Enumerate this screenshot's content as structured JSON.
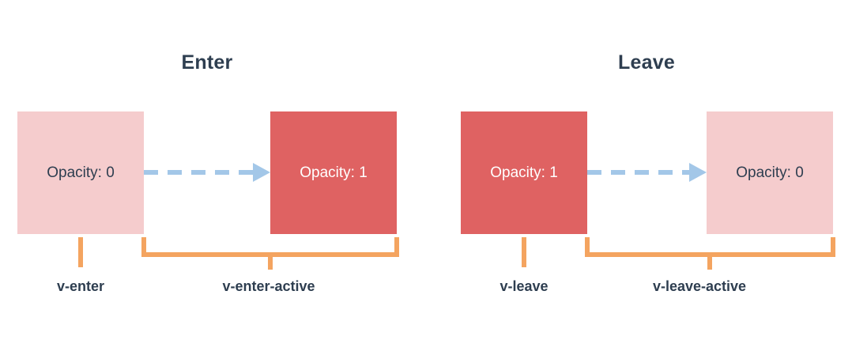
{
  "diagram": {
    "title_enter": "Enter",
    "title_leave": "Leave",
    "colors": {
      "faded_box": "#f5cccd",
      "solid_box": "#df6262",
      "arrow": "#a3c7e8",
      "bracket": "#f4a460",
      "text_dark": "#2e3e50",
      "text_light": "#ffffff",
      "background": "#ffffff"
    },
    "panels": [
      {
        "name": "enter",
        "title": "Enter",
        "from_box": {
          "label": "Opacity: 0",
          "style": "faded"
        },
        "to_box": {
          "label": "Opacity: 1",
          "style": "solid"
        },
        "arrow": {
          "icon": "dashed-arrow-right-icon",
          "direction": "right"
        },
        "brackets": [
          {
            "label": "v-enter",
            "kind": "tick"
          },
          {
            "label": "v-enter-active",
            "kind": "span"
          }
        ]
      },
      {
        "name": "leave",
        "title": "Leave",
        "from_box": {
          "label": "Opacity: 1",
          "style": "solid"
        },
        "to_box": {
          "label": "Opacity: 0",
          "style": "faded"
        },
        "arrow": {
          "icon": "dashed-arrow-right-icon",
          "direction": "right"
        },
        "brackets": [
          {
            "label": "v-leave",
            "kind": "tick"
          },
          {
            "label": "v-leave-active",
            "kind": "span"
          }
        ]
      }
    ]
  }
}
